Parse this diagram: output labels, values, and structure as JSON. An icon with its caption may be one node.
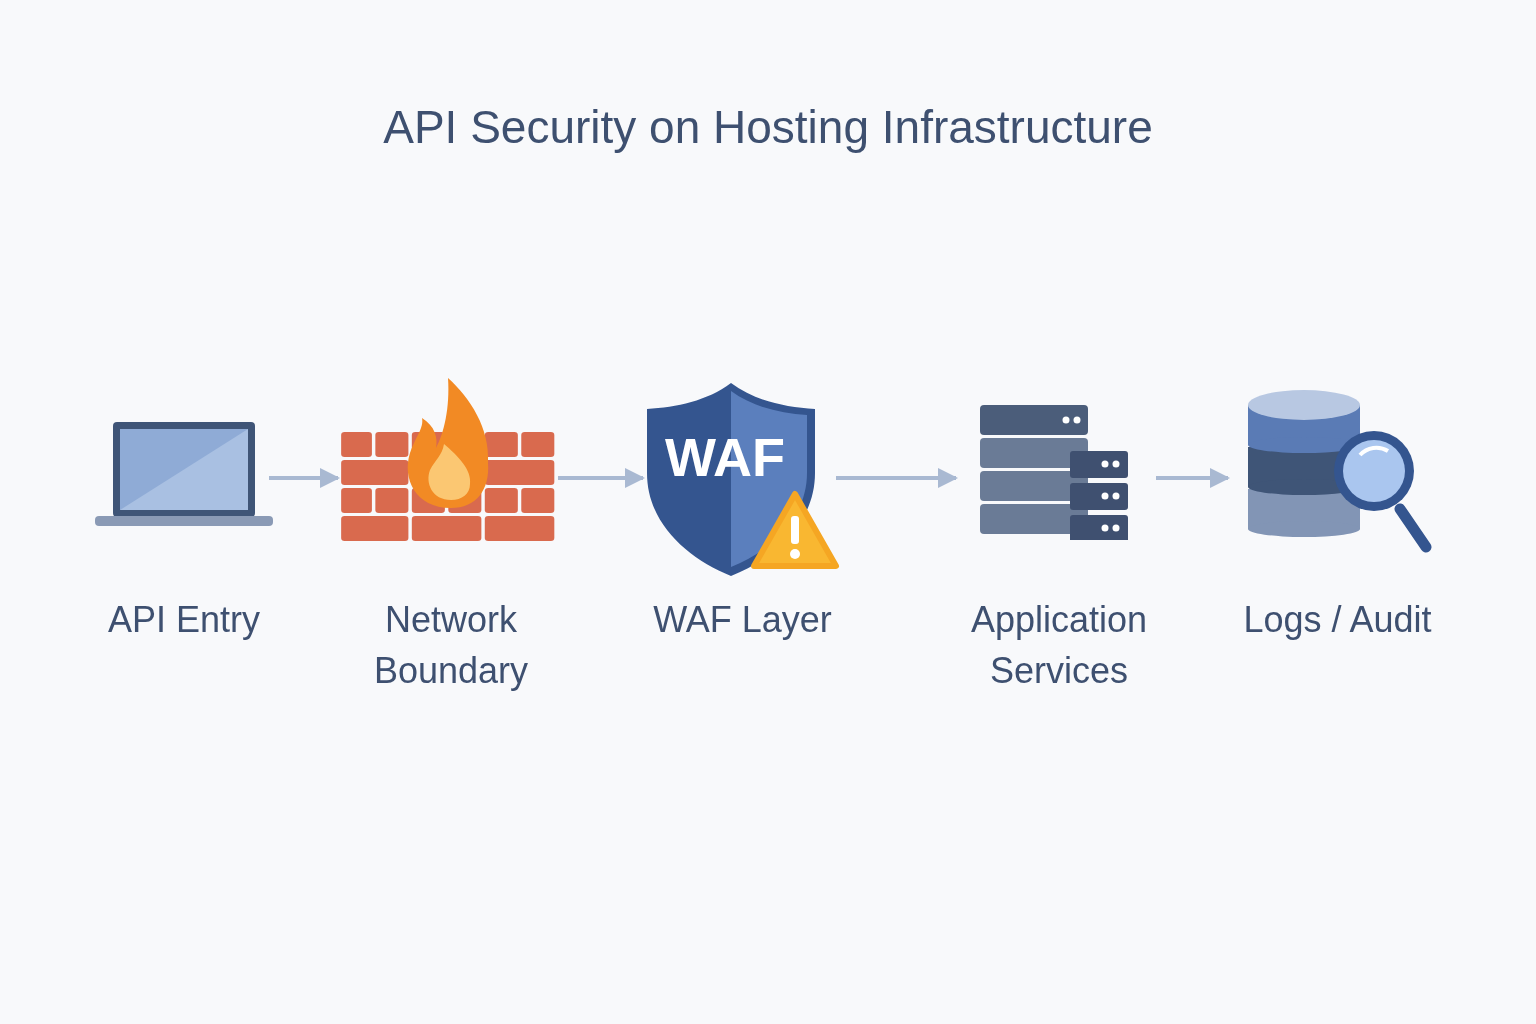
{
  "diagram": {
    "title": "API Security on Hosting Infrastructure",
    "nodes": [
      {
        "text": [
          "API Entry"
        ]
      },
      {
        "text": [
          "Network Boundary"
        ]
      },
      {
        "text": [
          "WAF",
          "WAF Layer"
        ]
      },
      {
        "text": [
          "Application Services"
        ]
      },
      {
        "text": [
          "Logs / Audit"
        ]
      }
    ],
    "edges": [
      {
        "from": 0,
        "to": 1,
        "arrow": "to"
      },
      {
        "from": 1,
        "to": 2,
        "arrow": "to"
      },
      {
        "from": 2,
        "to": 3,
        "arrow": "to"
      },
      {
        "from": 3,
        "to": 4,
        "arrow": "to"
      }
    ]
  }
}
